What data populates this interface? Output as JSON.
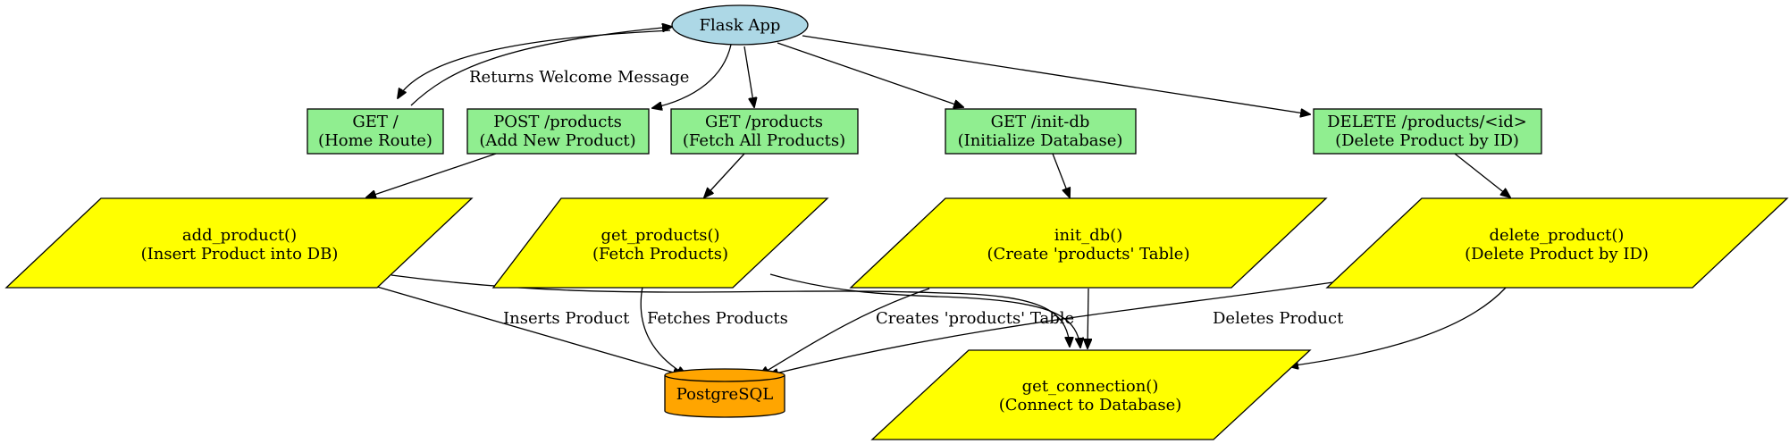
{
  "colors": {
    "app": "#add8e6",
    "route": "#90ee90",
    "function": "#ffff00",
    "database": "#ffa500"
  },
  "nodes": {
    "flask_app": [
      "Flask App"
    ],
    "get_home": [
      "GET /",
      "(Home Route)"
    ],
    "post_products": [
      "POST /products",
      "(Add New Product)"
    ],
    "get_products_route": [
      "GET /products",
      "(Fetch All Products)"
    ],
    "get_init_db": [
      "GET /init-db",
      "(Initialize Database)"
    ],
    "delete_route": [
      "DELETE /products/<id>",
      "(Delete Product by ID)"
    ],
    "add_product": [
      "add_product()",
      "(Insert Product into DB)"
    ],
    "get_products_fn": [
      "get_products()",
      "(Fetch Products)"
    ],
    "init_db": [
      "init_db()",
      "(Create 'products' Table)"
    ],
    "delete_product": [
      "delete_product()",
      "(Delete Product by ID)"
    ],
    "postgresql": [
      "PostgreSQL"
    ],
    "get_connection": [
      "get_connection()",
      "(Connect to Database)"
    ]
  },
  "edge_labels": {
    "welcome": "Returns Welcome Message",
    "inserts": "Inserts Product",
    "fetches": "Fetches Products",
    "creates": "Creates 'products' Table",
    "deletes": "Deletes Product"
  }
}
